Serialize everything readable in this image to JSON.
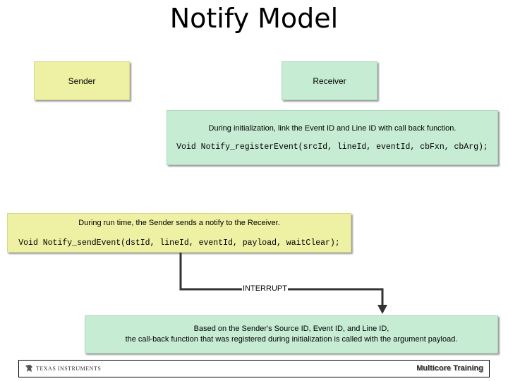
{
  "title": "Notify Model",
  "sender": {
    "label": "Sender"
  },
  "receiver": {
    "label": "Receiver"
  },
  "init_step": {
    "description": "During initialization, link the Event ID and Line ID with call back function.",
    "code": "Void Notify_registerEvent(srcId, lineId, eventId, cbFxn, cbArg);"
  },
  "send_step": {
    "description": "During run time, the Sender sends a notify to the Receiver.",
    "code": "Void Notify_sendEvent(dstId, lineId, eventId, payload, waitClear);"
  },
  "connector": {
    "label": "INTERRUPT"
  },
  "receive_step": {
    "line1": "Based on the Sender's Source ID, Event ID, and Line ID,",
    "line2": "the call-back function that was registered during initialization is called with the argument payload."
  },
  "footer": {
    "brand": "TEXAS INSTRUMENTS",
    "training": "Multicore Training"
  },
  "colors": {
    "sender_fill": "#eef0a4",
    "receiver_fill": "#c7ecd4",
    "connector": "#333333"
  }
}
